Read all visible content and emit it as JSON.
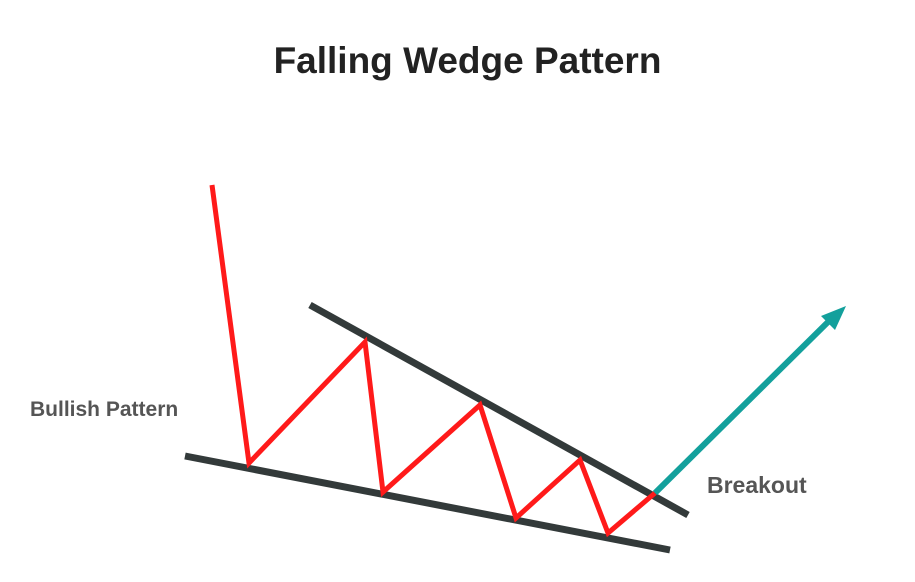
{
  "title": "Falling Wedge Pattern",
  "labels": {
    "pattern_type": "Bullish Pattern",
    "breakout": "Breakout"
  },
  "colors": {
    "price": "#ff1a1a",
    "trendlines": "#333a3a",
    "breakout": "#13a09c",
    "text": "#555555"
  }
}
